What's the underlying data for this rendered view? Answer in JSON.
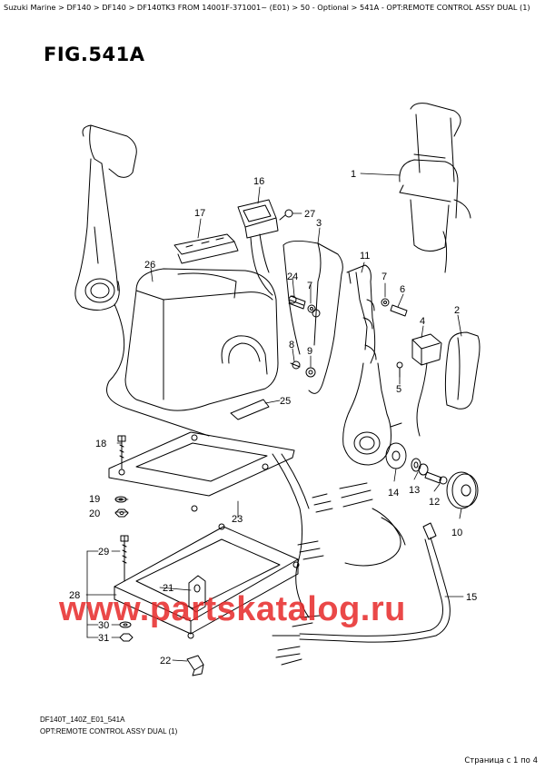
{
  "breadcrumb": "Suzuki Marine > DF140 > DF140 > DF140TK3 FROM 14001F-371001~ (E01) > 50 - Optional > 541A - OPT:REMOTE CONTROL ASSY DUAL (1)",
  "figure": {
    "title": "FIG.541A",
    "code": "DF140T_140Z_E01_541A",
    "caption": "OPT:REMOTE CONTROL ASSY DUAL (1)"
  },
  "callouts": [
    "1",
    "2",
    "3",
    "4",
    "5",
    "6",
    "7",
    "8",
    "9",
    "10",
    "11",
    "12",
    "13",
    "14",
    "15",
    "16",
    "17",
    "18",
    "19",
    "20",
    "21",
    "22",
    "23",
    "24",
    "25",
    "26",
    "27",
    "28",
    "29",
    "30",
    "31"
  ],
  "watermark": "www.partskatalog.ru",
  "pagination": "Страница с 1 по 4",
  "colors": {
    "line": "#000000",
    "watermark": "#e62828"
  }
}
